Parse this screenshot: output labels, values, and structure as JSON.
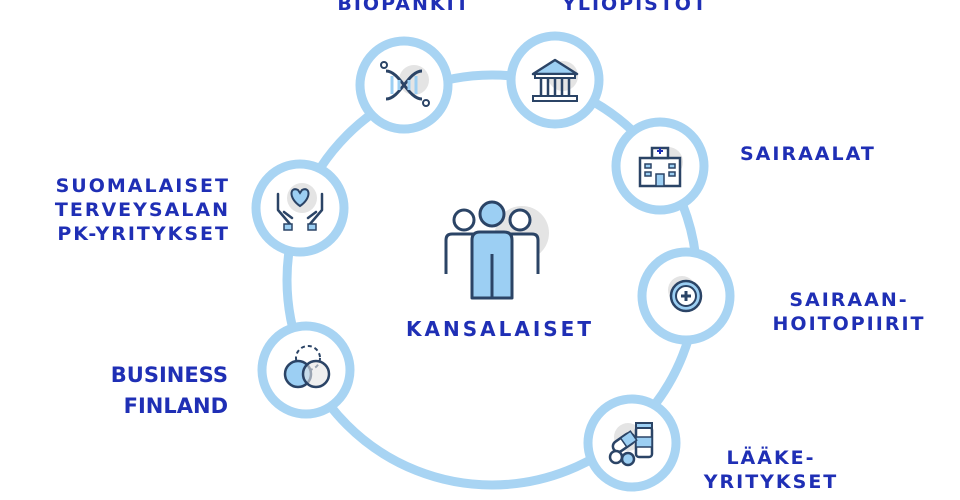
{
  "center": {
    "label": "KANSALAISET",
    "icon": "people-group-icon"
  },
  "nodes": [
    {
      "id": "biopankit",
      "lines": [
        "BIOPANKIT"
      ],
      "icon": "dna-icon"
    },
    {
      "id": "yliopistot",
      "lines": [
        "YLIOPISTOT"
      ],
      "icon": "university-building-icon"
    },
    {
      "id": "sairaalat",
      "lines": [
        "SAIRAALAT"
      ],
      "icon": "hospital-icon"
    },
    {
      "id": "sairaanhoitopiirit",
      "lines": [
        "SAIRAAN-",
        "HOITOPIIRIT"
      ],
      "icon": "medical-cross-icon"
    },
    {
      "id": "laakeyritykset",
      "lines": [
        "LÄÄKE-",
        "YRITYKSET"
      ],
      "icon": "medicine-icon"
    },
    {
      "id": "business-finland",
      "lines": [
        "BUSINESS",
        "FINLAND"
      ],
      "icon": "venn-circles-icon"
    },
    {
      "id": "pk-yritykset",
      "lines": [
        "SUOMALAISET",
        "TERVEYSALAN",
        "PK-YRITYKSET"
      ],
      "icon": "hands-heart-icon"
    }
  ],
  "colors": {
    "ring": "#a8d4f3",
    "nodeFill": "#ffffff",
    "text": "#1f2fb5",
    "iconStroke": "#2b4466",
    "iconFill": "#9ccff3",
    "iconBg": "#e4e4e4"
  }
}
